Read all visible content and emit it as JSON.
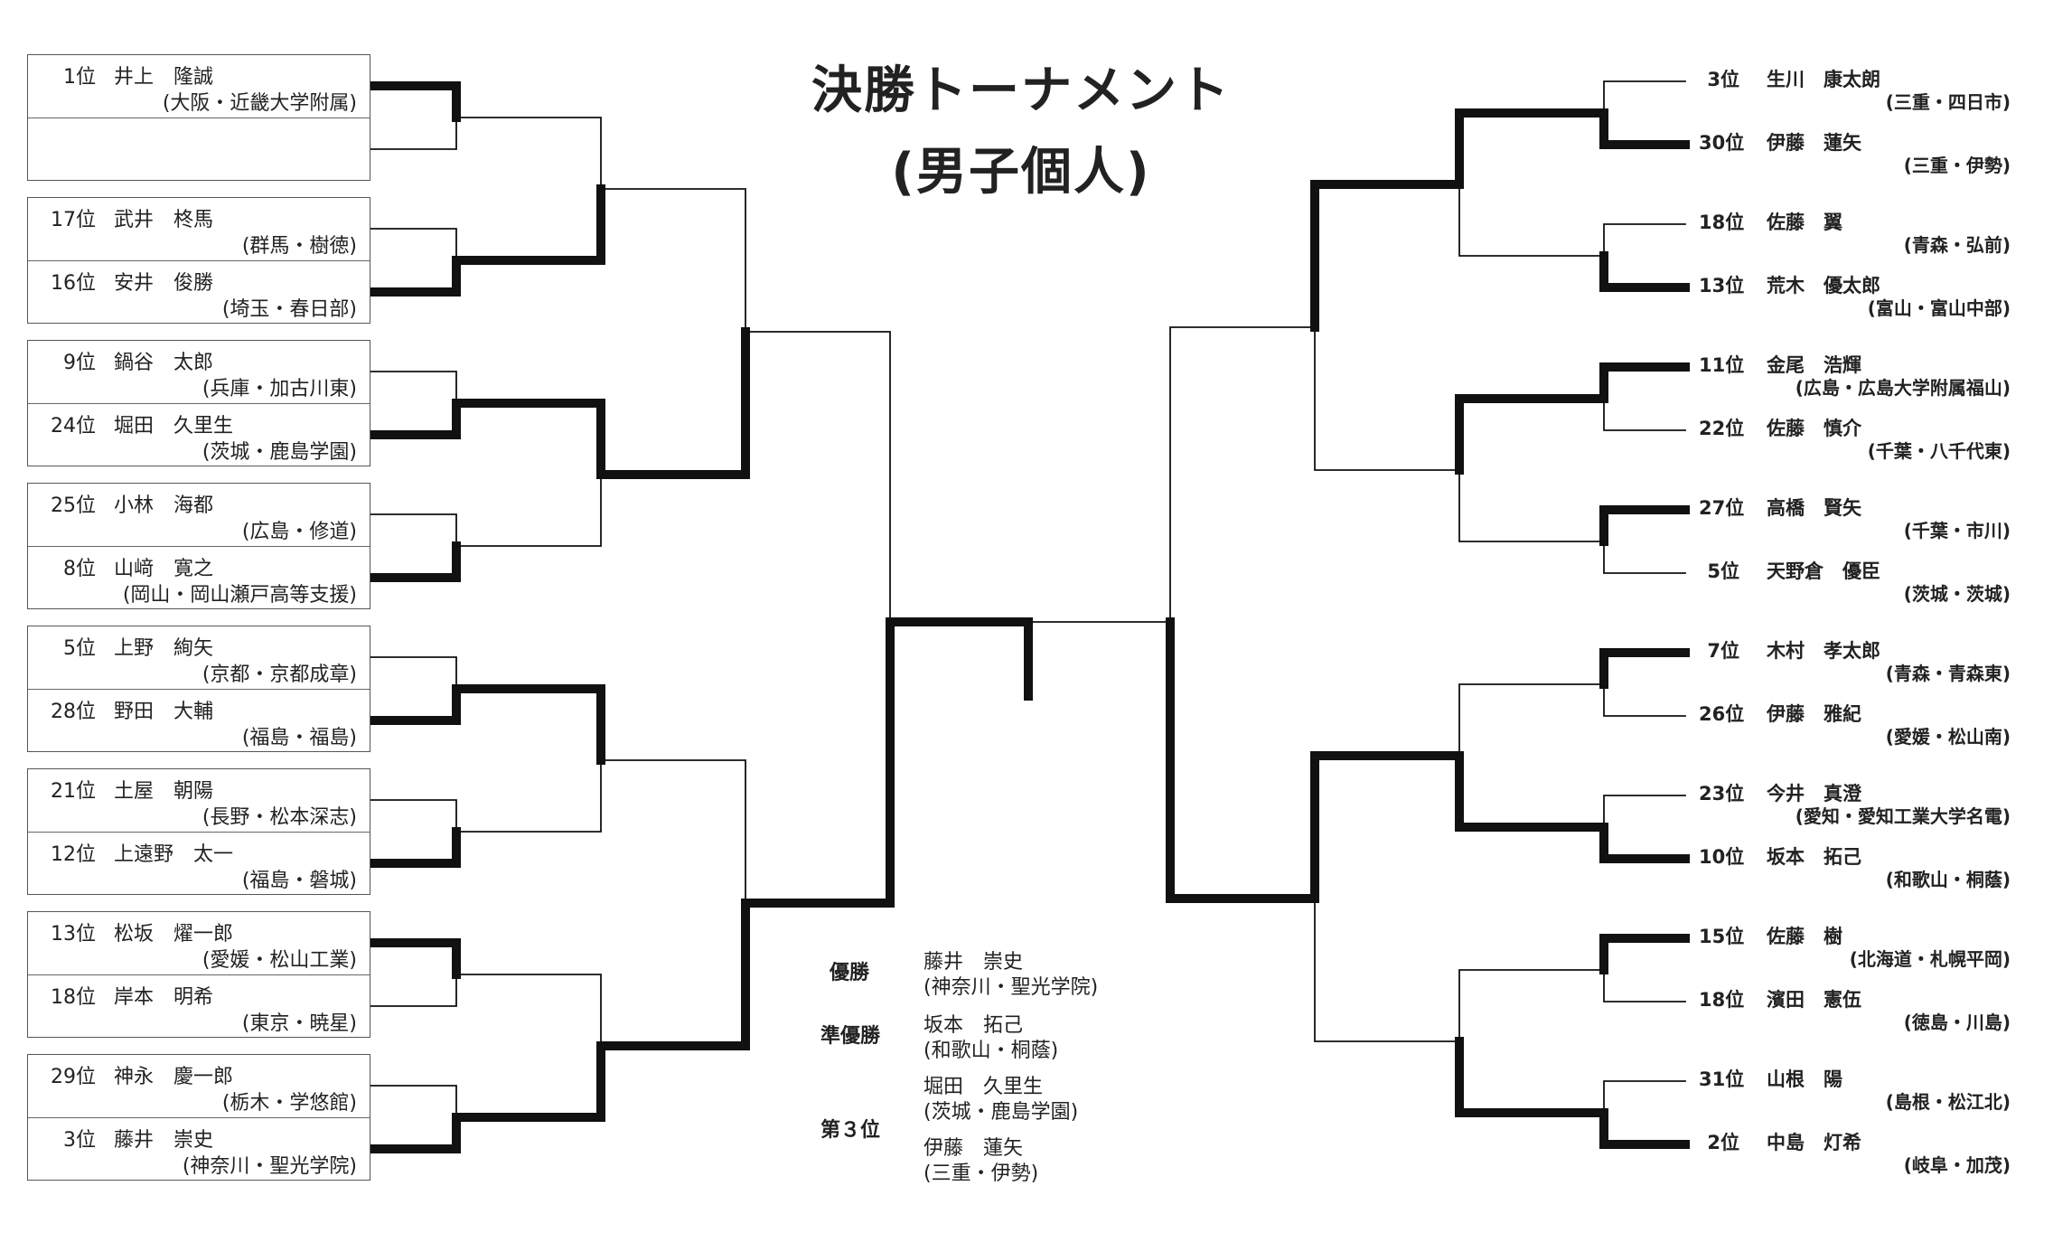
{
  "title": {
    "line1": "決勝トーナメント",
    "line2": "(男子個人)"
  },
  "left": [
    {
      "top": {
        "rank": "1位",
        "name": "井上　隆誠",
        "school": "(大阪・近畿大学附属)"
      },
      "bottom": {
        "rank": "",
        "name": "",
        "school": ""
      }
    },
    {
      "top": {
        "rank": "17位",
        "name": "武井　柊馬",
        "school": "(群馬・樹徳)"
      },
      "bottom": {
        "rank": "16位",
        "name": "安井　俊勝",
        "school": "(埼玉・春日部)"
      }
    },
    {
      "top": {
        "rank": "9位",
        "name": "鍋谷　太郎",
        "school": "(兵庫・加古川東)"
      },
      "bottom": {
        "rank": "24位",
        "name": "堀田　久里生",
        "school": "(茨城・鹿島学園)"
      }
    },
    {
      "top": {
        "rank": "25位",
        "name": "小林　海都",
        "school": "(広島・修道)"
      },
      "bottom": {
        "rank": "8位",
        "name": "山﨑　寛之",
        "school": "(岡山・岡山瀬戸高等支援)"
      }
    },
    {
      "top": {
        "rank": "5位",
        "name": "上野　絢矢",
        "school": "(京都・京都成章)"
      },
      "bottom": {
        "rank": "28位",
        "name": "野田　大輔",
        "school": "(福島・福島)"
      }
    },
    {
      "top": {
        "rank": "21位",
        "name": "土屋　朝陽",
        "school": "(長野・松本深志)"
      },
      "bottom": {
        "rank": "12位",
        "name": "上遠野　太一",
        "school": "(福島・磐城)"
      }
    },
    {
      "top": {
        "rank": "13位",
        "name": "松坂　燿一郎",
        "school": "(愛媛・松山工業)"
      },
      "bottom": {
        "rank": "18位",
        "name": "岸本　明希",
        "school": "(東京・暁星)"
      }
    },
    {
      "top": {
        "rank": "29位",
        "name": "神永　慶一郎",
        "school": "(栃木・学悠館)"
      },
      "bottom": {
        "rank": "3位",
        "name": "藤井　崇史",
        "school": "(神奈川・聖光学院)"
      }
    }
  ],
  "right": [
    {
      "rank": "3位",
      "name": "生川　康太朗",
      "school": "(三重・四日市)"
    },
    {
      "rank": "30位",
      "name": "伊藤　蓮矢",
      "school": "(三重・伊勢)"
    },
    {
      "rank": "18位",
      "name": "佐藤　翼",
      "school": "(青森・弘前)"
    },
    {
      "rank": "13位",
      "name": "荒木　優太郎",
      "school": "(富山・富山中部)"
    },
    {
      "rank": "11位",
      "name": "金尾　浩輝",
      "school": "(広島・広島大学附属福山)"
    },
    {
      "rank": "22位",
      "name": "佐藤　慎介",
      "school": "(千葉・八千代東)"
    },
    {
      "rank": "27位",
      "name": "高橋　賢矢",
      "school": "(千葉・市川)"
    },
    {
      "rank": "5位",
      "name": "天野倉　優臣",
      "school": "(茨城・茨城)"
    },
    {
      "rank": "7位",
      "name": "木村　孝太郎",
      "school": "(青森・青森東)"
    },
    {
      "rank": "26位",
      "name": "伊藤　雅紀",
      "school": "(愛媛・松山南)"
    },
    {
      "rank": "23位",
      "name": "今井　真澄",
      "school": "(愛知・愛知工業大学名電)"
    },
    {
      "rank": "10位",
      "name": "坂本　拓己",
      "school": "(和歌山・桐蔭)"
    },
    {
      "rank": "15位",
      "name": "佐藤　樹",
      "school": "(北海道・札幌平岡)"
    },
    {
      "rank": "18位",
      "name": "濱田　憲伍",
      "school": "(徳島・川島)"
    },
    {
      "rank": "31位",
      "name": "山根　陽",
      "school": "(島根・松江北)"
    },
    {
      "rank": "2位",
      "name": "中島　灯希",
      "school": "(岐阜・加茂)"
    }
  ],
  "results": {
    "winner_label": "優勝",
    "winner": {
      "name": "藤井　崇史",
      "school": "(神奈川・聖光学院)"
    },
    "runner_up_label": "準優勝",
    "runner_up": {
      "name": "坂本　拓己",
      "school": "(和歌山・桐蔭)"
    },
    "third_label": "第３位",
    "third": [
      {
        "name": "堀田　久里生",
        "school": "(茨城・鹿島学園)"
      },
      {
        "name": "伊藤　蓮矢",
        "school": "(三重・伊勢)"
      }
    ]
  }
}
